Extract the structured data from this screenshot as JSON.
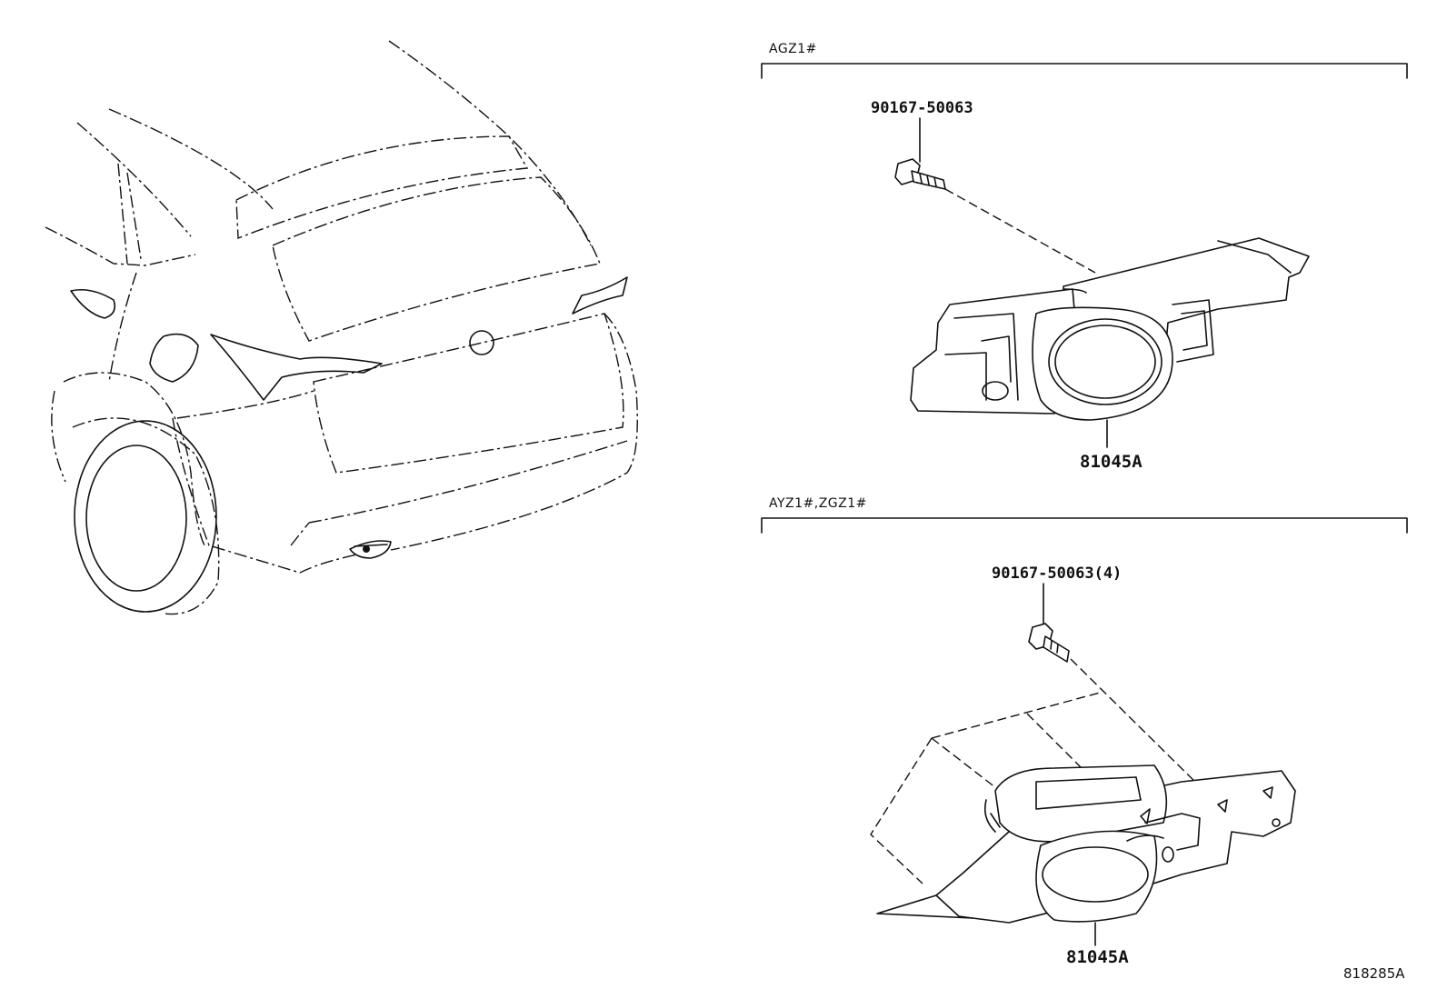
{
  "sections": [
    {
      "code": "AGZ1#",
      "bolt_part": "90167-50063",
      "lamp_part": "81045A"
    },
    {
      "code": "AYZ1#,ZGZ1#",
      "bolt_part": "90167-50063(4)",
      "lamp_part": "81045A"
    }
  ],
  "illustration_id": "818285A",
  "icons": [
    "vehicle-rear-view",
    "bolt-icon",
    "fog-lamp-assembly"
  ]
}
